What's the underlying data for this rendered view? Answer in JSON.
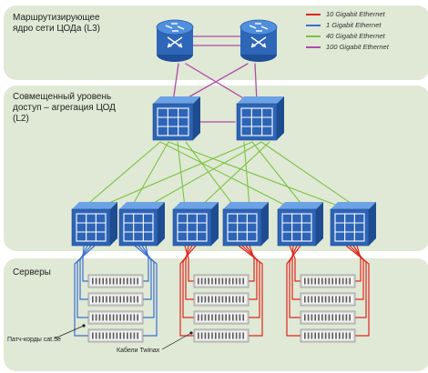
{
  "layers": {
    "core": "Маршрутизирующее ядро сети ЦОДа (L3)",
    "access": "Совмещенный уровень доступ – агрегация ЦОД (L2)",
    "servers": "Серверы"
  },
  "legend": [
    {
      "label": "10 Gigabit Ethernet",
      "color": "#e0251b"
    },
    {
      "label": "1 Gigabit Ethernet",
      "color": "#3b6fd1"
    },
    {
      "label": "40 Gigabit Ethernet",
      "color": "#7cc243"
    },
    {
      "label": "100 Gigabit Ethernet",
      "color": "#b04aa8"
    }
  ],
  "callouts": {
    "patch": "Патч-корды cat.5e",
    "twinax": "Кабели Twinax"
  },
  "icons": {
    "router": "router-icon",
    "switch": "switch-icon",
    "server": "server-icon"
  }
}
